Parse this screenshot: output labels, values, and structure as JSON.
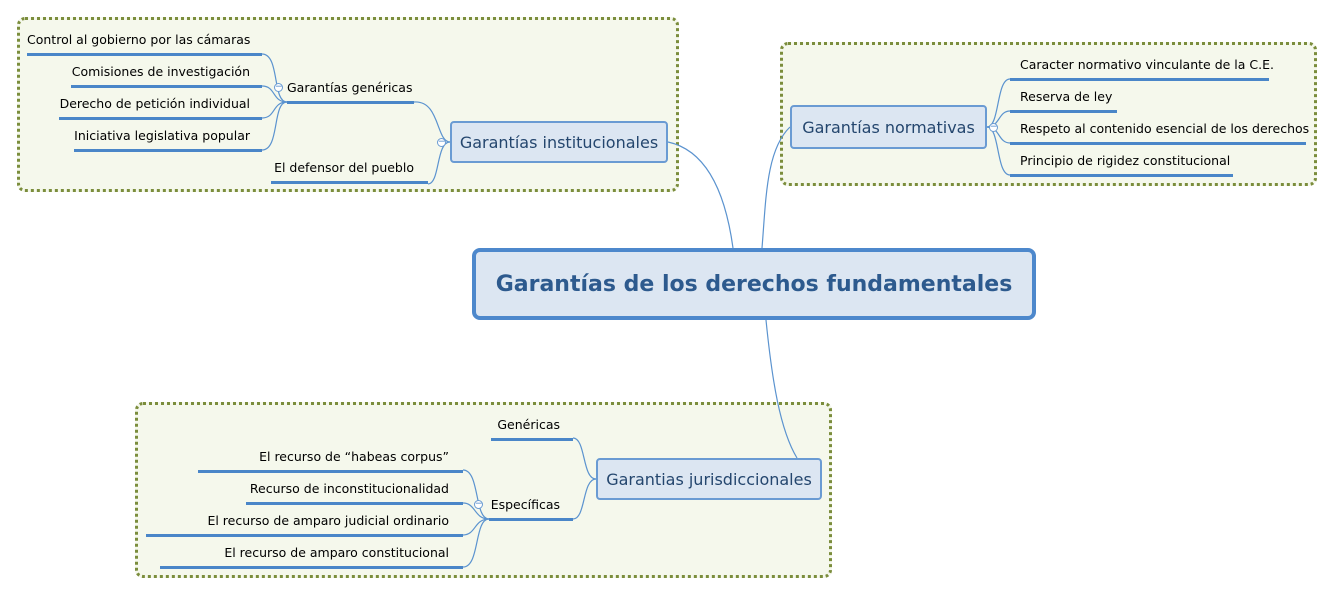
{
  "central_topic": "Garantías de los derechos fundamentales",
  "institucionales": {
    "title": "Garantías institucionales",
    "genericas": {
      "label": "Garantías genéricas",
      "items": [
        "Control al gobierno por las cámaras",
        "Comisiones de investigación",
        "Derecho de petición individual",
        "Iniciativa legislativa popular"
      ]
    },
    "defensor": "El defensor del pueblo"
  },
  "normativas": {
    "title": "Garantías normativas",
    "items": [
      "Caracter normativo vinculante de la C.E.",
      "Reserva de ley",
      "Respeto al contenido esencial de los derechos",
      "Principio de rigidez constitucional"
    ]
  },
  "jurisdiccionales": {
    "title": "Garantias jurisdiccionales",
    "genericas": "Genéricas",
    "especificas": {
      "label": "Específicas",
      "items": [
        "El recurso de “habeas corpus”",
        "Recurso de inconstitucionalidad",
        "El recurso de amparo judicial ordinario",
        "El recurso de amparo constitucional"
      ]
    }
  },
  "icons": {
    "collapse": "collapse-minus-icon"
  },
  "colors": {
    "boundary_border": "#7b8d3c",
    "boundary_fill": "#f5f8ec",
    "topic_fill": "#dce6f2",
    "topic_border": "#4d88cc",
    "underline": "#4a86c8",
    "connector": "#5b93cf"
  }
}
